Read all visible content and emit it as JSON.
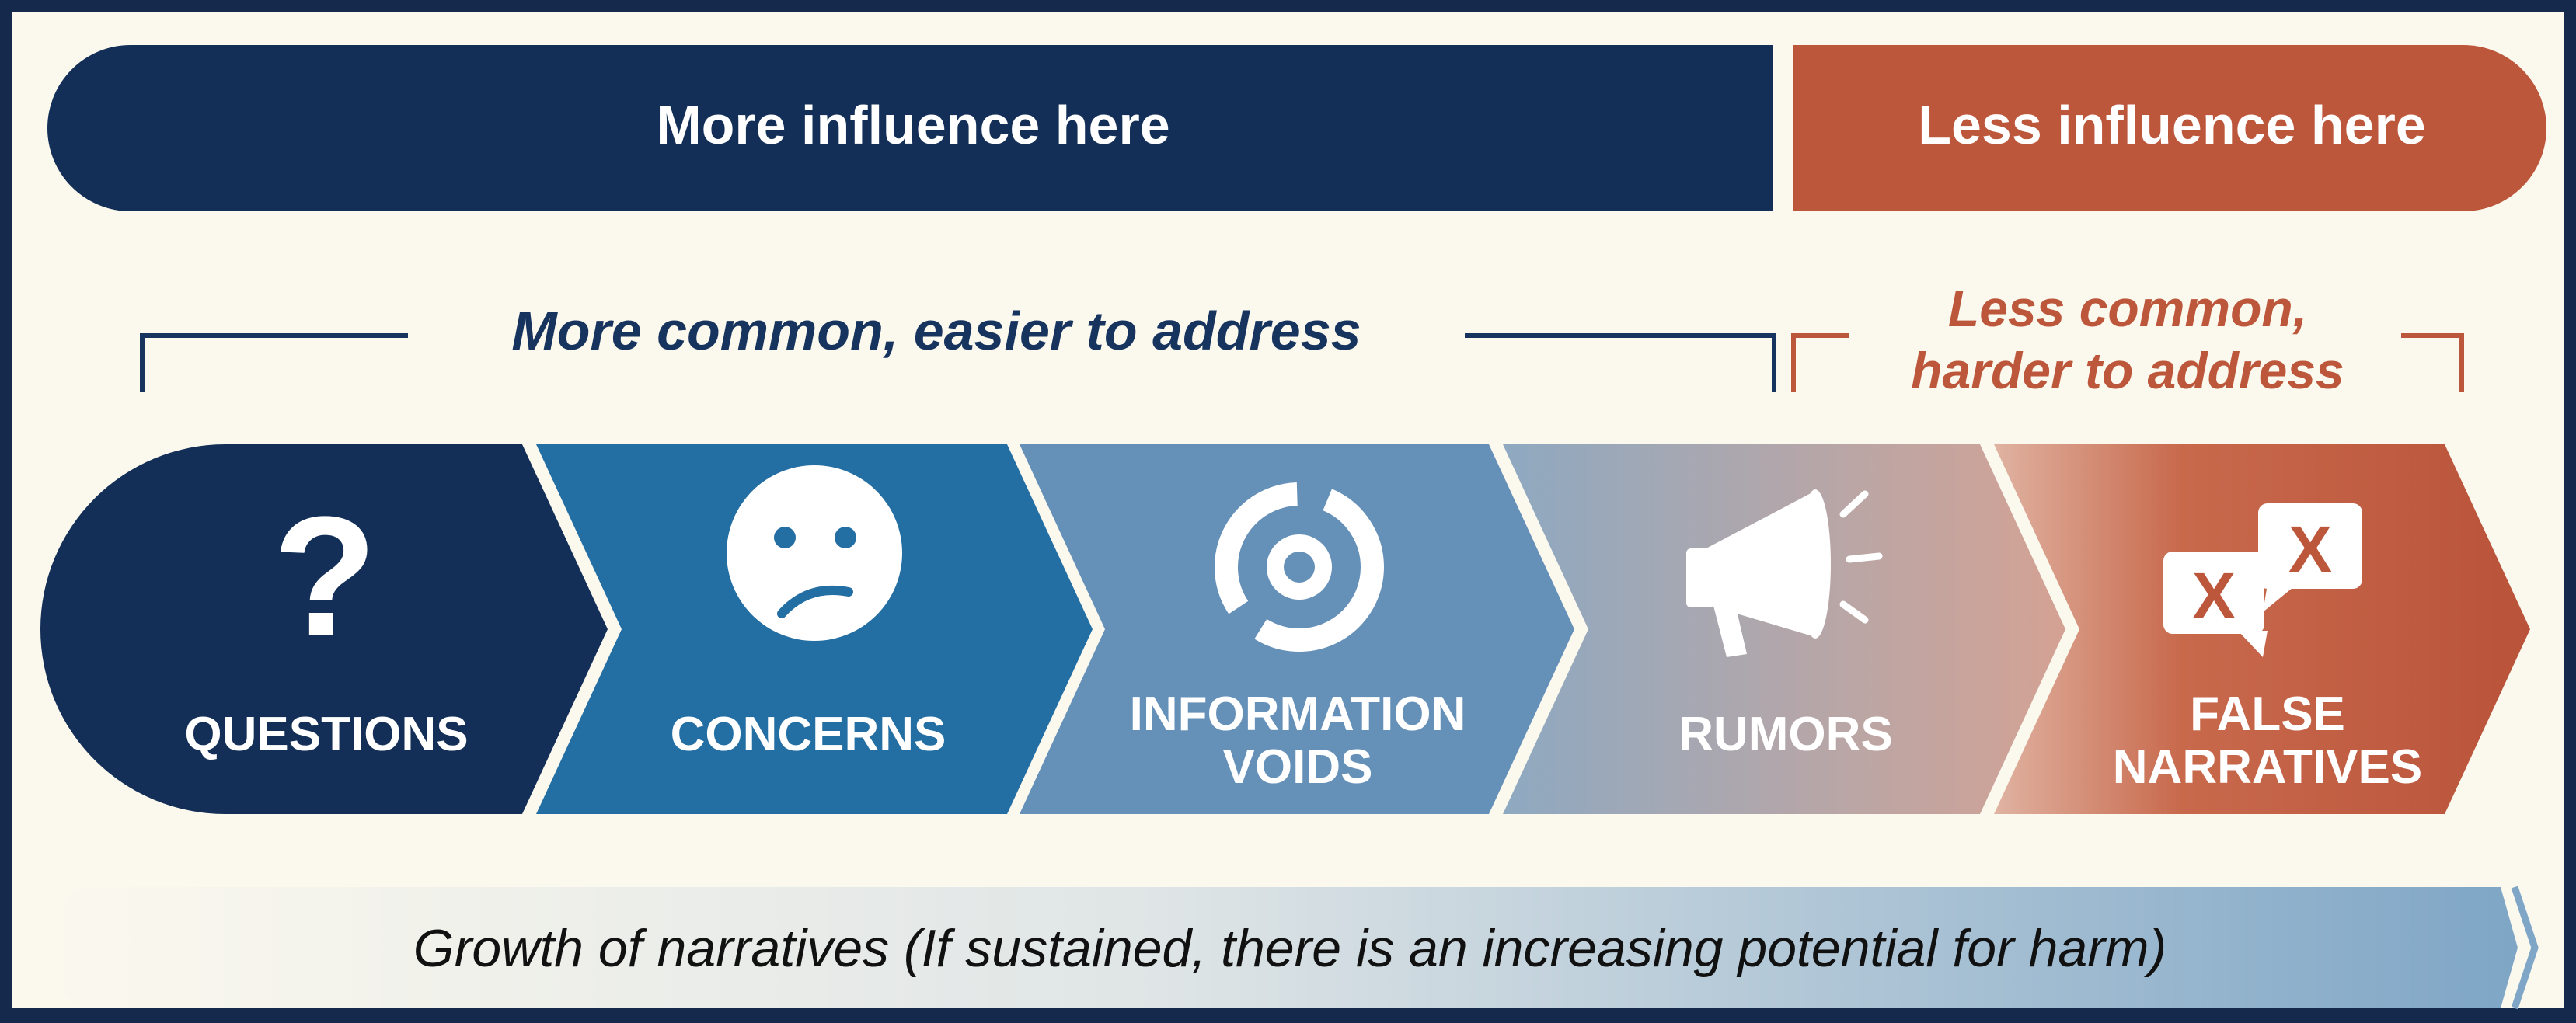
{
  "influence_bar": {
    "more_label": "More influence here",
    "less_label": "Less influence here"
  },
  "brackets": {
    "common_label": "More common, easier to address",
    "uncommon_line1": "Less common,",
    "uncommon_line2": "harder to address"
  },
  "stages": [
    {
      "icon": "question-mark-icon",
      "line1": "QUESTIONS",
      "line2": ""
    },
    {
      "icon": "confused-face-icon",
      "line1": "CONCERNS",
      "line2": ""
    },
    {
      "icon": "broken-circle-icon",
      "line1": "INFORMATION",
      "line2": "VOIDS"
    },
    {
      "icon": "megaphone-icon",
      "line1": "RUMORS",
      "line2": ""
    },
    {
      "icon": "speech-bubbles-x-icon",
      "line1": "FALSE",
      "line2": "NARRATIVES"
    }
  ],
  "growth_label": "Growth of narratives (If sustained, there is an increasing potential for harm)",
  "colors": {
    "frame": "#14294b",
    "background": "#fbf8ee",
    "navy": "#132f57",
    "orange": "#bd573b",
    "stage_blue": "#236ea3",
    "stage_light_blue": "#6590b8",
    "rumor_mid": "#b9a6a6",
    "text_navy": "#16345e",
    "text_orange": "#bd573b"
  }
}
